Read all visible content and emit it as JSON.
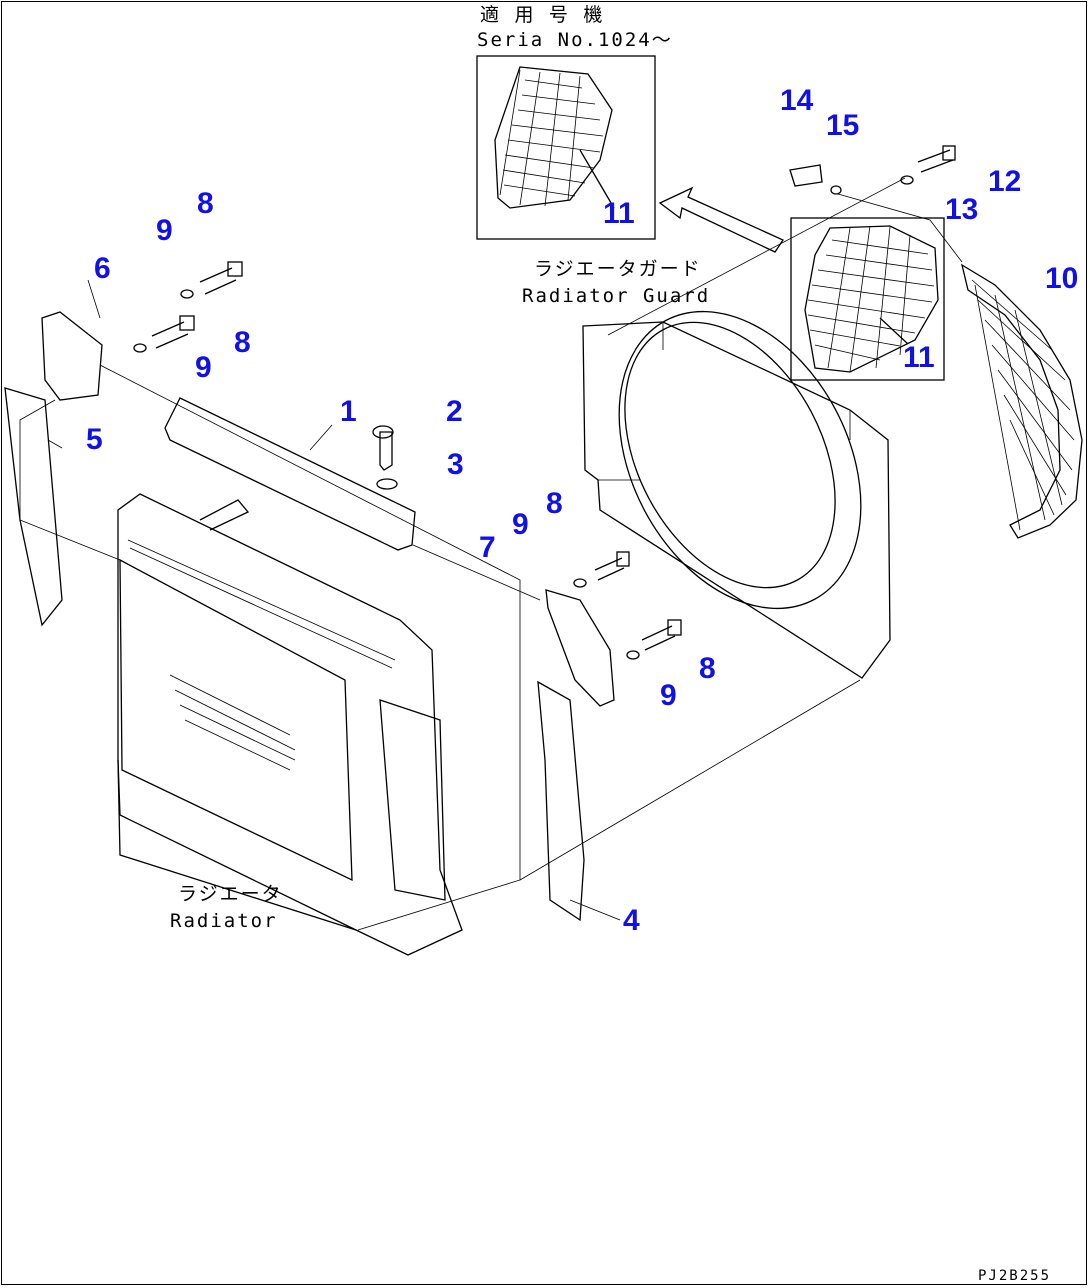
{
  "drawing": {
    "callouts": [
      {
        "id": "c1",
        "text": "1"
      },
      {
        "id": "c2",
        "text": "2"
      },
      {
        "id": "c3",
        "text": "3"
      },
      {
        "id": "c4",
        "text": "4"
      },
      {
        "id": "c5",
        "text": "5"
      },
      {
        "id": "c6",
        "text": "6"
      },
      {
        "id": "c7",
        "text": "7"
      },
      {
        "id": "c8a",
        "text": "8"
      },
      {
        "id": "c8b",
        "text": "8"
      },
      {
        "id": "c8c",
        "text": "8"
      },
      {
        "id": "c8d",
        "text": "8"
      },
      {
        "id": "c9a",
        "text": "9"
      },
      {
        "id": "c9b",
        "text": "9"
      },
      {
        "id": "c9c",
        "text": "9"
      },
      {
        "id": "c9d",
        "text": "9"
      },
      {
        "id": "c10",
        "text": "10"
      },
      {
        "id": "c11a",
        "text": "11"
      },
      {
        "id": "c11b",
        "text": "11"
      },
      {
        "id": "c12",
        "text": "12"
      },
      {
        "id": "c13",
        "text": "13"
      },
      {
        "id": "c14",
        "text": "14"
      },
      {
        "id": "c15",
        "text": "15"
      }
    ],
    "captions": {
      "serial_jp": "適 用 号 機",
      "serial_en": "Seria  No.1024～",
      "guard_jp": "ラジエータガード",
      "guard_en": "Radiator Guard",
      "radiator_jp": "ラジエータ",
      "radiator_en": "Radiator"
    },
    "drawing_code": "PJ2B255",
    "colors": {
      "callout": "#1010e8",
      "line": "#000000",
      "background": "#ffffff"
    }
  }
}
